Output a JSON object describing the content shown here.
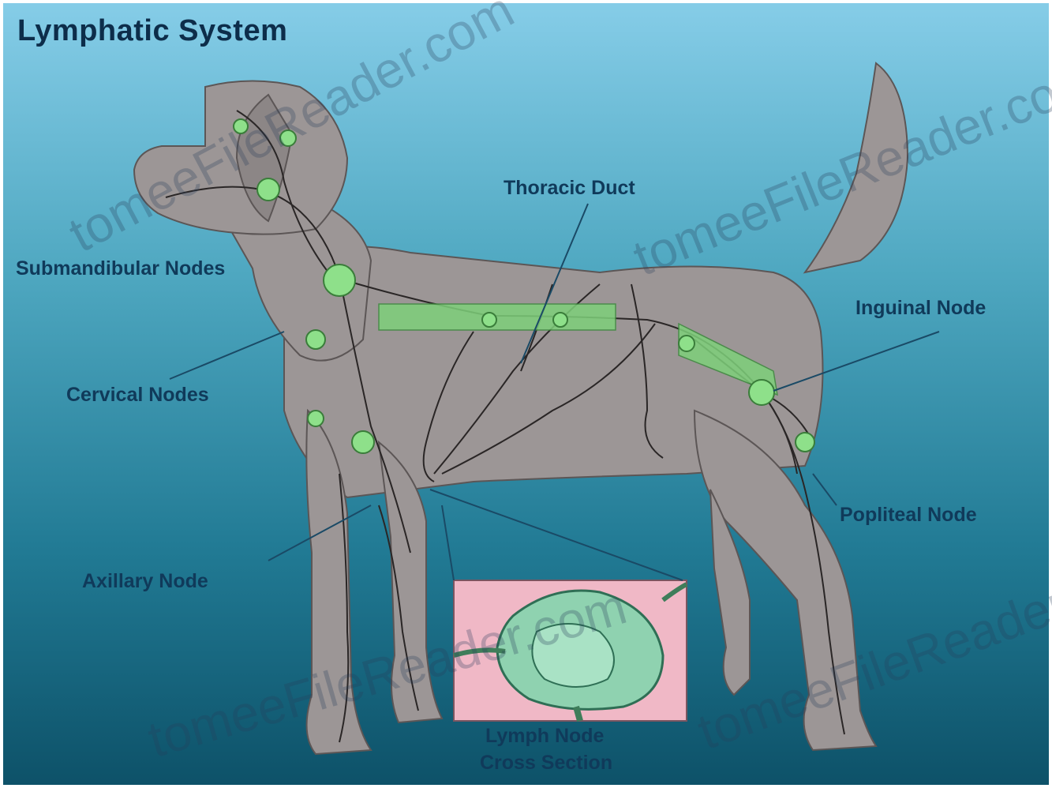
{
  "diagram": {
    "title": "Lymphatic System",
    "labels": {
      "thoracic_duct": "Thoracic Duct",
      "submandibular": "Submandibular Nodes",
      "inguinal": "Inguinal Node",
      "cervical": "Cervical Nodes",
      "popliteal": "Popliteal Node",
      "axillary": "Axillary Node",
      "inset": "Lymph Node",
      "inset_line2": "Cross Section"
    }
  },
  "colors": {
    "sky_top": "#7ec8e8",
    "sea_bottom": "#0f5a72",
    "dog_body": "#9a9494",
    "lymph_green": "#7ed07a",
    "inset_bg": "#efb8c6",
    "label_text": "#103a5a"
  }
}
